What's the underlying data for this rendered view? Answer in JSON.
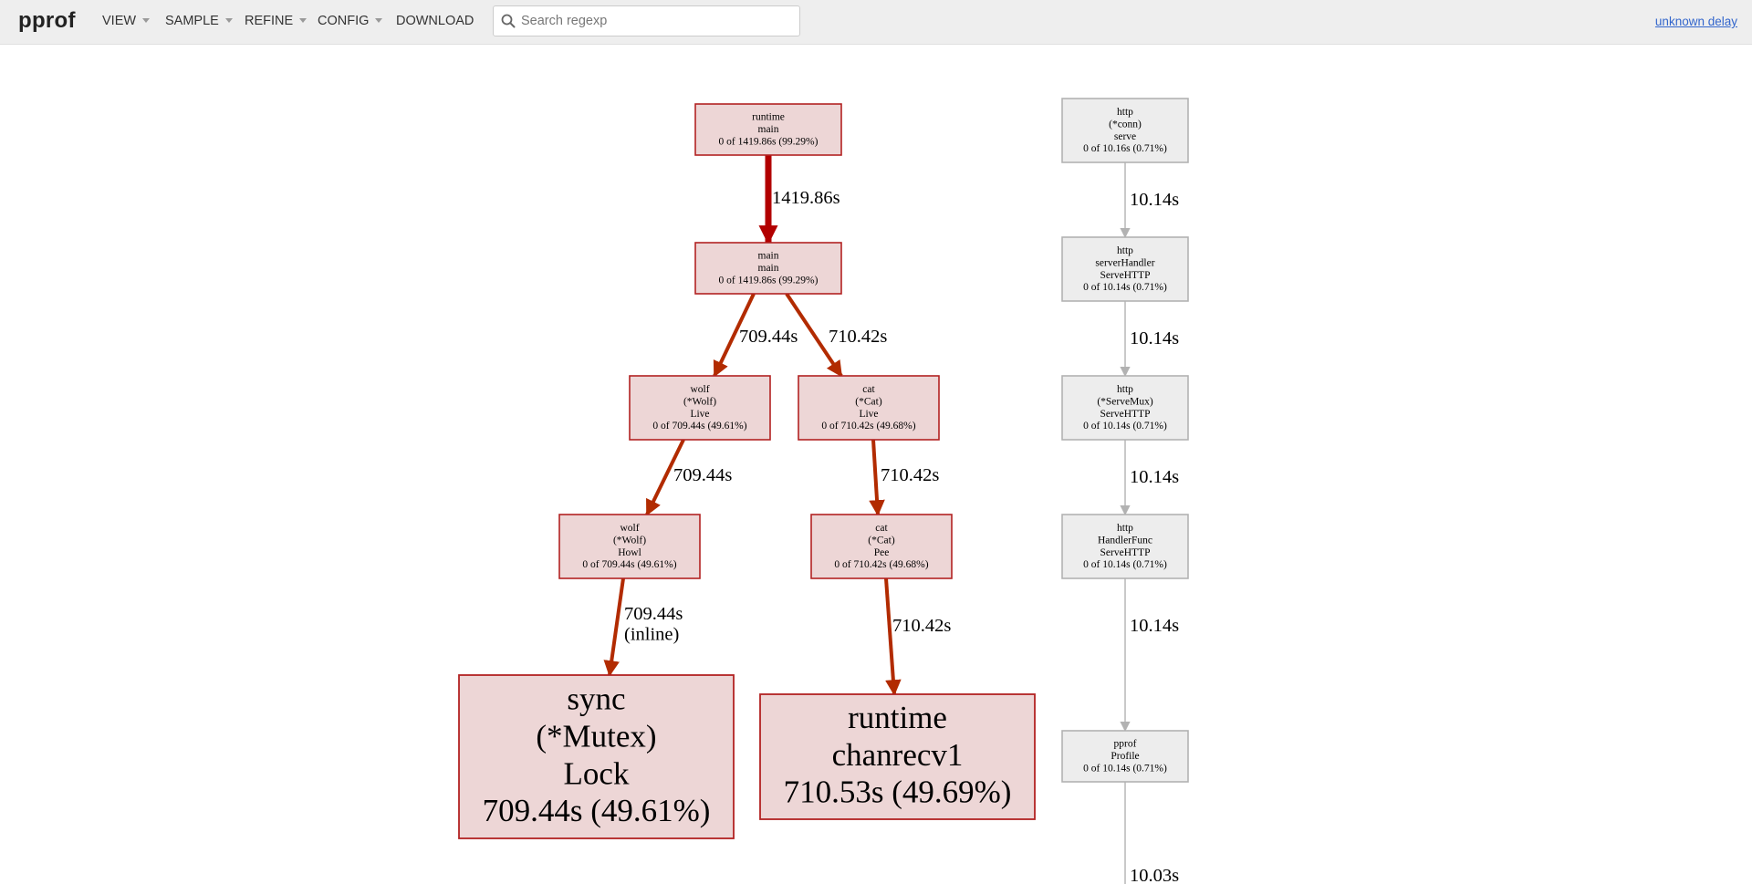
{
  "app": {
    "title": "pprof",
    "menus": [
      {
        "label": "VIEW"
      },
      {
        "label": "SAMPLE"
      },
      {
        "label": "REFINE"
      },
      {
        "label": "CONFIG"
      },
      {
        "label": "DOWNLOAD"
      }
    ],
    "search": {
      "placeholder": "Search regexp",
      "value": ""
    },
    "sample_link": "unknown delay"
  },
  "colors": {
    "hot_fill": "#edd6d6",
    "hot_stroke": "#b22222",
    "hot_edge": "#b22b00",
    "hot_edge_dark": "#b20000",
    "cold_fill": "#ededed",
    "cold_stroke": "#b2b2b2",
    "cold_edge": "#b2b2b2"
  },
  "graph": {
    "nodes": [
      {
        "id": "runtime_main",
        "lines": [
          "runtime",
          "main",
          "0 of 1419.86s (99.29%)"
        ],
        "heat": "hot"
      },
      {
        "id": "main_main",
        "lines": [
          "main",
          "main",
          "0 of 1419.86s (99.29%)"
        ],
        "heat": "hot"
      },
      {
        "id": "wolf_live",
        "lines": [
          "wolf",
          "(*Wolf)",
          "Live",
          "0 of 709.44s (49.61%)"
        ],
        "heat": "hot"
      },
      {
        "id": "cat_live",
        "lines": [
          "cat",
          "(*Cat)",
          "Live",
          "0 of 710.42s (49.68%)"
        ],
        "heat": "hot"
      },
      {
        "id": "wolf_howl",
        "lines": [
          "wolf",
          "(*Wolf)",
          "Howl",
          "0 of 709.44s (49.61%)"
        ],
        "heat": "hot"
      },
      {
        "id": "cat_pee",
        "lines": [
          "cat",
          "(*Cat)",
          "Pee",
          "0 of 710.42s (49.68%)"
        ],
        "heat": "hot"
      },
      {
        "id": "sync_lock",
        "lines": [
          "sync",
          "(*Mutex)",
          "Lock",
          "709.44s (49.61%)"
        ],
        "heat": "hot"
      },
      {
        "id": "runtime_chanrecv1",
        "lines": [
          "runtime",
          "chanrecv1",
          "710.53s (49.69%)"
        ],
        "heat": "hot"
      },
      {
        "id": "http_conn_serve",
        "lines": [
          "http",
          "(*conn)",
          "serve",
          "0 of 10.16s (0.71%)"
        ],
        "heat": "cold"
      },
      {
        "id": "http_serverhandler",
        "lines": [
          "http",
          "serverHandler",
          "ServeHTTP",
          "0 of 10.14s (0.71%)"
        ],
        "heat": "cold"
      },
      {
        "id": "http_servemux",
        "lines": [
          "http",
          "(*ServeMux)",
          "ServeHTTP",
          "0 of 10.14s (0.71%)"
        ],
        "heat": "cold"
      },
      {
        "id": "http_handlerfunc",
        "lines": [
          "http",
          "HandlerFunc",
          "ServeHTTP",
          "0 of 10.14s (0.71%)"
        ],
        "heat": "cold"
      },
      {
        "id": "pprof_profile",
        "lines": [
          "pprof",
          "Profile",
          "0 of 10.14s (0.71%)"
        ],
        "heat": "cold"
      }
    ],
    "edges": [
      {
        "from": "runtime_main",
        "to": "main_main",
        "lines": [
          "1419.86s"
        ],
        "heat": "hot"
      },
      {
        "from": "main_main",
        "to": "wolf_live",
        "lines": [
          "709.44s"
        ],
        "heat": "hot"
      },
      {
        "from": "main_main",
        "to": "cat_live",
        "lines": [
          "710.42s"
        ],
        "heat": "hot"
      },
      {
        "from": "wolf_live",
        "to": "wolf_howl",
        "lines": [
          "709.44s"
        ],
        "heat": "hot"
      },
      {
        "from": "cat_live",
        "to": "cat_pee",
        "lines": [
          "710.42s"
        ],
        "heat": "hot"
      },
      {
        "from": "wolf_howl",
        "to": "sync_lock",
        "lines": [
          "709.44s",
          "(inline)"
        ],
        "heat": "hot"
      },
      {
        "from": "cat_pee",
        "to": "runtime_chanrecv1",
        "lines": [
          "710.42s"
        ],
        "heat": "hot"
      },
      {
        "from": "http_conn_serve",
        "to": "http_serverhandler",
        "lines": [
          "10.14s"
        ],
        "heat": "cold"
      },
      {
        "from": "http_serverhandler",
        "to": "http_servemux",
        "lines": [
          "10.14s"
        ],
        "heat": "cold"
      },
      {
        "from": "http_servemux",
        "to": "http_handlerfunc",
        "lines": [
          "10.14s"
        ],
        "heat": "cold"
      },
      {
        "from": "http_handlerfunc",
        "to": "pprof_profile",
        "lines": [
          "10.14s"
        ],
        "heat": "cold"
      },
      {
        "from": "pprof_profile",
        "to": "",
        "lines": [
          "10.03s"
        ],
        "heat": "cold"
      }
    ]
  }
}
